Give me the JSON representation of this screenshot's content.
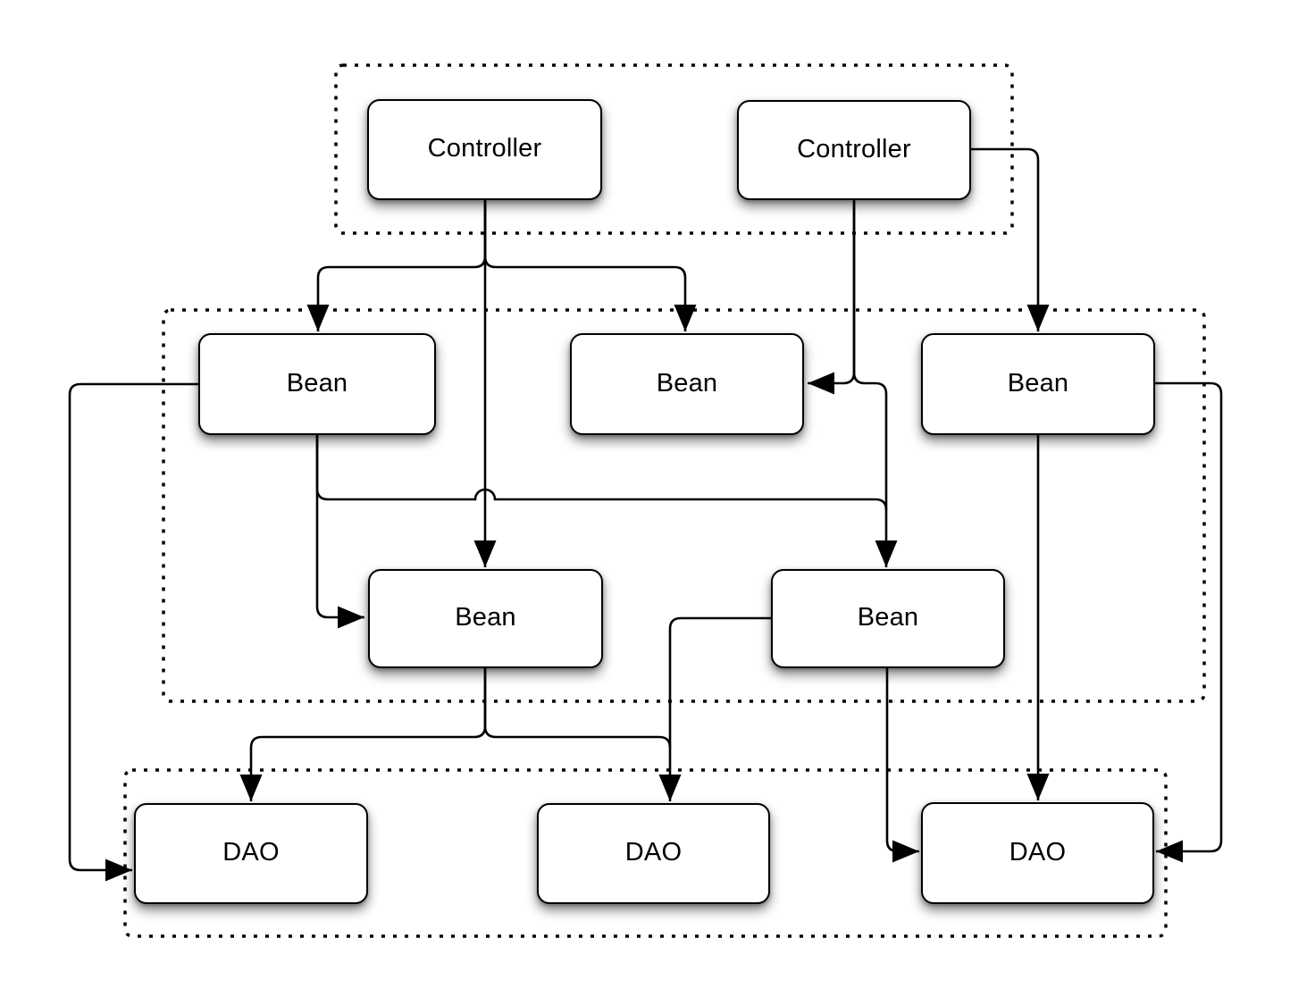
{
  "diagram": {
    "nodes": {
      "controller_1": {
        "label": "Controller"
      },
      "controller_2": {
        "label": "Controller"
      },
      "bean_1": {
        "label": "Bean"
      },
      "bean_2": {
        "label": "Bean"
      },
      "bean_3": {
        "label": "Bean"
      },
      "bean_4": {
        "label": "Bean"
      },
      "bean_5": {
        "label": "Bean"
      },
      "dao_1": {
        "label": "DAO"
      },
      "dao_2": {
        "label": "DAO"
      },
      "dao_3": {
        "label": "DAO"
      }
    },
    "groups": [
      {
        "id": "controller-layer",
        "members": [
          "controller_1",
          "controller_2"
        ]
      },
      {
        "id": "bean-layer",
        "members": [
          "bean_1",
          "bean_2",
          "bean_3",
          "bean_4",
          "bean_5"
        ]
      },
      {
        "id": "dao-layer",
        "members": [
          "dao_1",
          "dao_2",
          "dao_3"
        ]
      }
    ],
    "edges": [
      {
        "from": "controller_1",
        "to": "bean_1",
        "enters": "top"
      },
      {
        "from": "controller_1",
        "to": "bean_2",
        "enters": "top"
      },
      {
        "from": "controller_1",
        "to": "bean_4",
        "enters": "top"
      },
      {
        "from": "controller_2",
        "to": "bean_2",
        "enters": "right"
      },
      {
        "from": "controller_2",
        "to": "bean_5",
        "enters": "top"
      },
      {
        "from": "controller_2",
        "to": "bean_3",
        "enters": "top"
      },
      {
        "from": "bean_1",
        "to": "bean_5",
        "enters": "top"
      },
      {
        "from": "bean_1",
        "to": "bean_4",
        "enters": "left"
      },
      {
        "from": "bean_1",
        "to": "dao_1",
        "enters": "left"
      },
      {
        "from": "bean_4",
        "to": "dao_1",
        "enters": "top"
      },
      {
        "from": "bean_4",
        "to": "dao_2",
        "enters": "top"
      },
      {
        "from": "bean_5",
        "to": "dao_2",
        "enters": "top"
      },
      {
        "from": "bean_5",
        "to": "dao_3",
        "enters": "left"
      },
      {
        "from": "bean_3",
        "to": "dao_3",
        "enters": "top"
      },
      {
        "from": "bean_3",
        "to": "dao_3",
        "enters": "right"
      }
    ],
    "colors": {
      "line": "#000000",
      "box_fill": "#ffffff",
      "text": "#000000"
    }
  }
}
